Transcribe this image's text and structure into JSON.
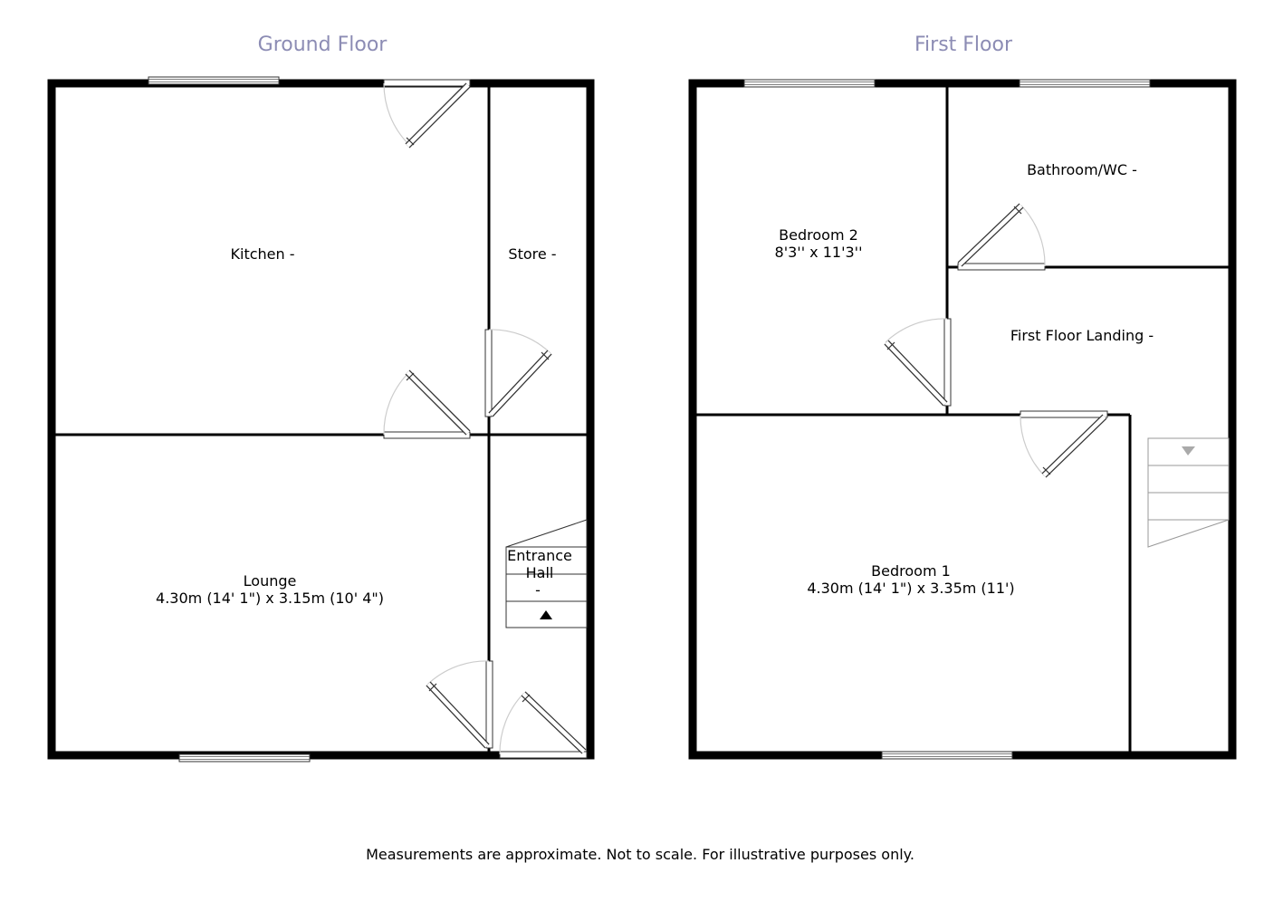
{
  "ground_floor": {
    "title": "Ground Floor",
    "kitchen": {
      "name": "Kitchen -"
    },
    "store": {
      "name": "Store -"
    },
    "lounge": {
      "name": "Lounge",
      "dimensions": "4.30m (14' 1\") x 3.15m (10' 4\")"
    },
    "entrance_hall": {
      "line1": "Entrance",
      "line2": "Hall",
      "line3": "-"
    }
  },
  "first_floor": {
    "title": "First Floor",
    "bedroom2": {
      "name": "Bedroom 2",
      "dimensions": "8'3'' x 11'3''"
    },
    "bathroom": {
      "name": "Bathroom/WC -"
    },
    "landing": {
      "name": "First Floor Landing -"
    },
    "bedroom1": {
      "name": "Bedroom 1",
      "dimensions": "4.30m (14' 1\") x 3.35m (11')"
    }
  },
  "footer": {
    "disclaimer": "Measurements are approximate. Not to scale. For illustrative purposes only."
  }
}
